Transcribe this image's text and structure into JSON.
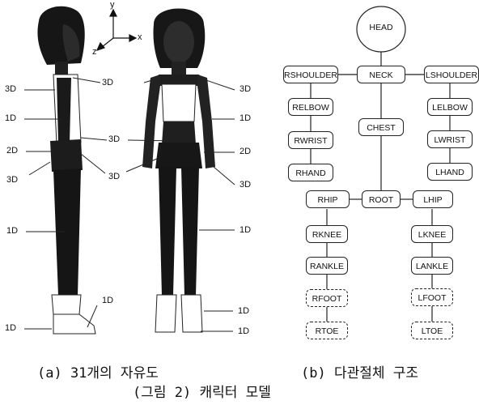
{
  "axes": {
    "x": "x",
    "y": "y",
    "z": "z"
  },
  "dof_labels": {
    "l1": "3D",
    "l2": "1D",
    "l3": "2D",
    "l4": "3D",
    "l5": "1D",
    "l6": "1D",
    "r1": "3D",
    "r2": "3D",
    "r3": "1D",
    "r4": "3D",
    "r5": "2D",
    "r6": "3D",
    "r7": "3D",
    "r8": "1D",
    "r9": "1D",
    "r10": "1D",
    "r11": "1D"
  },
  "hierarchy": {
    "head": "HEAD",
    "neck": "NECK",
    "chest": "CHEST",
    "root": "ROOT",
    "rshoulder": "RSHOULDER",
    "relbow": "RELBOW",
    "rwrist": "RWRIST",
    "rhand": "RHAND",
    "lshoulder": "LSHOULDER",
    "lelbow": "LELBOW",
    "lwrist": "LWRIST",
    "lhand": "LHAND",
    "rhip": "RHIP",
    "rknee": "RKNEE",
    "rankle": "RANKLE",
    "rfoot": "RFOOT",
    "rtoe": "RTOE",
    "lhip": "LHIP",
    "lknee": "LKNEE",
    "lankle": "LANKLE",
    "lfoot": "LFOOT",
    "ltoe": "LTOE"
  },
  "captions": {
    "a": "(a) 31개의 자유도",
    "b": "(b) 다관절체 구조",
    "figure": "(그림 2) 캐릭터 모델"
  }
}
